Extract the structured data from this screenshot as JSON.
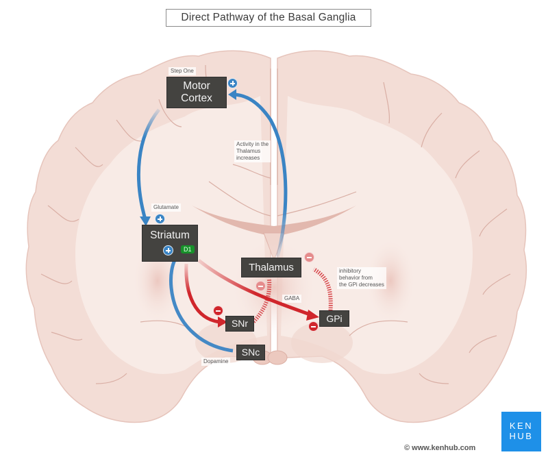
{
  "title": "Direct Pathway of the Basal Ganglia",
  "nodes": {
    "motor_cortex": {
      "line1": "Motor",
      "line2": "Cortex"
    },
    "striatum": "Striatum",
    "d1_receptor": "D1",
    "thalamus": "Thalamus",
    "snr": "SNr",
    "gpi": "GPi",
    "snc": "SNc"
  },
  "annotations": {
    "step_one": "Step One",
    "glutamate": "Glutamate",
    "activity_line1": "Activity in the",
    "activity_line2": "Thalamus",
    "activity_line3": "increases",
    "inhibitory_line1": "inhibitory",
    "inhibitory_line2": "behavior from",
    "inhibitory_line3": "the GPi decreases",
    "gaba": "GABA",
    "dopamine": "Dopamine"
  },
  "signals": {
    "motor_cortex_input": "plus",
    "striatum_glutamate": "plus",
    "striatum_dopamine": "plus",
    "snr_inhibition": "minus",
    "gpi_inhibition": "minus",
    "thalamus_inhibition": "minus",
    "thalamus_gpi_inhibition": "minus"
  },
  "colors": {
    "excitatory_arrow": "#3a84c4",
    "inhibitory_arrow": "#d0262c",
    "label_box": "#444340",
    "d1_badge": "#17912a",
    "brand": "#1e90e8",
    "brain_tissue": "#f3ddd6"
  },
  "brand": {
    "line1": "KEN",
    "line2": "HUB",
    "copyright": "© www.kenhub.com"
  }
}
